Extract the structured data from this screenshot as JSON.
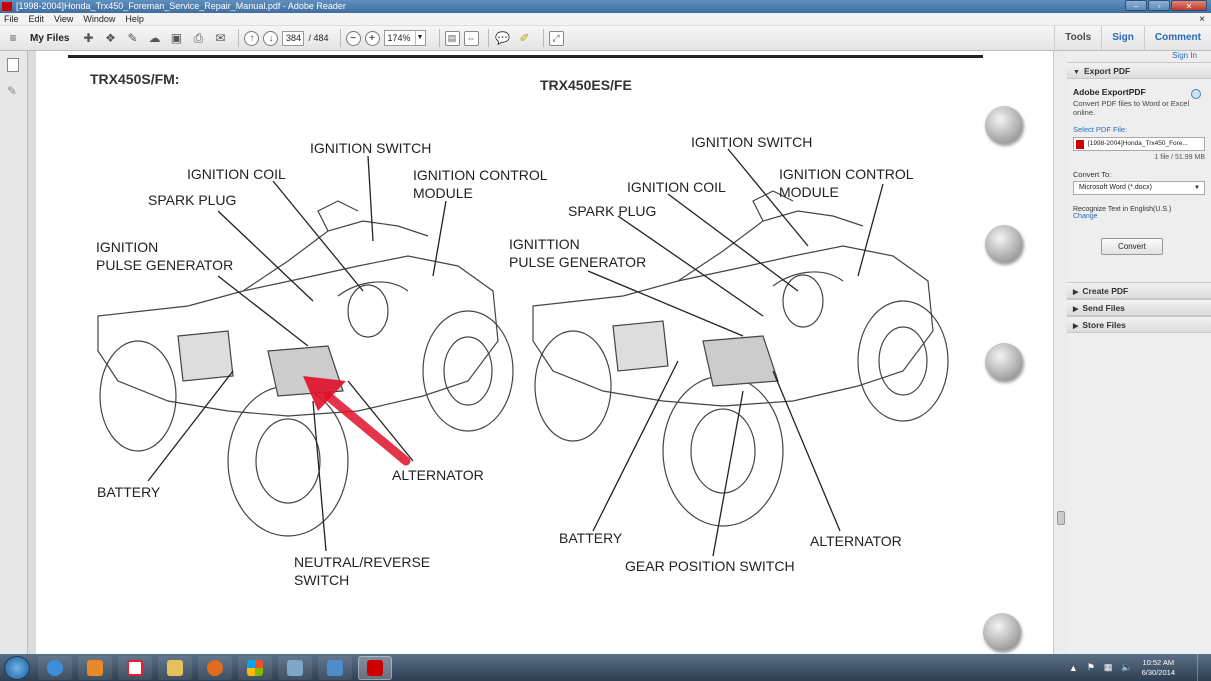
{
  "window": {
    "title": "[1998-2004]Honda_Trx450_Foreman_Service_Repair_Manual.pdf - Adobe Reader"
  },
  "menu": [
    "File",
    "Edit",
    "View",
    "Window",
    "Help"
  ],
  "toolbar": {
    "my_files": "My Files",
    "current_page": "384",
    "page_total": "/ 484",
    "zoom": "174%",
    "tools": "Tools",
    "sign": "Sign",
    "comment": "Comment"
  },
  "document": {
    "left_heading": "TRX450S/FM:",
    "right_heading": "TRX450ES/FE",
    "left_labels": {
      "ignition_switch": "IGNITION SWITCH",
      "ignition_coil": "IGNITION COIL",
      "ignition_control_module": "IGNITION CONTROL\nMODULE",
      "spark_plug": "SPARK PLUG",
      "ignition_pulse_generator": "IGNITION\nPULSE GENERATOR",
      "battery": "BATTERY",
      "alternator": "ALTERNATOR",
      "neutral_reverse_switch": "NEUTRAL/REVERSE\nSWITCH"
    },
    "right_labels": {
      "ignition_switch": "IGNITION SWITCH",
      "ignition_coil": "IGNITION COIL",
      "ignition_control_module": "IGNITION CONTROL\nMODULE",
      "spark_plug": "SPARK PLUG",
      "ignition_pulse_generator": "IGNITTION\nPULSE GENERATOR",
      "battery": "BATTERY",
      "alternator": "ALTERNATOR",
      "gear_position_switch": "GEAR POSITION SWITCH"
    }
  },
  "right_panel": {
    "sign_in": "Sign In",
    "export_pdf": "Export PDF",
    "service_title": "Adobe ExportPDF",
    "service_desc": "Convert PDF files to Word or Excel online.",
    "select_pdf_label": "Select PDF File:",
    "file_name": "[1998-2004]Honda_Trx450_Fore...",
    "file_meta": "1 file / 51.99 MB",
    "convert_to_label": "Convert To:",
    "convert_to_value": "Microsoft Word (*.docx)",
    "recognize_text": "Recognize Text in English(U.S.)",
    "change": "Change",
    "convert_button": "Convert",
    "create_pdf": "Create PDF",
    "send_files": "Send Files",
    "store_files": "Store Files"
  },
  "taskbar": {
    "time": "10:52 AM",
    "date": "6/30/2014"
  }
}
